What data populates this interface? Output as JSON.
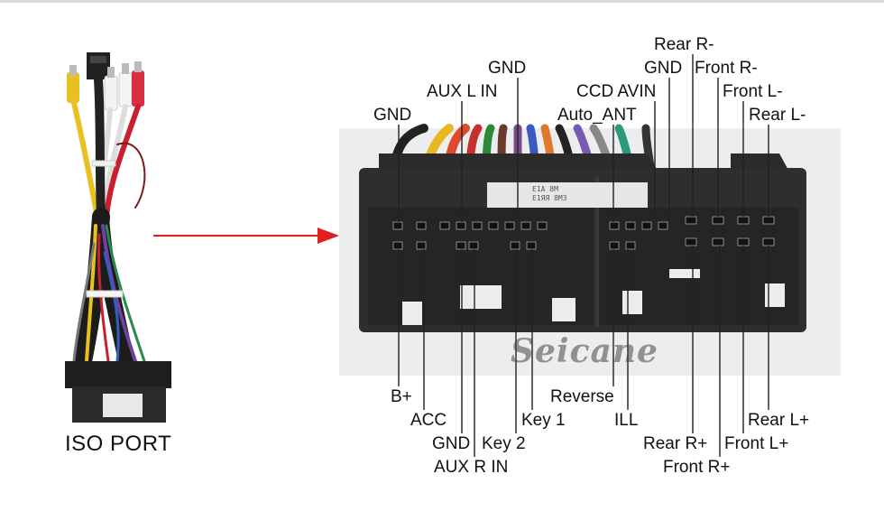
{
  "diagram": {
    "caption_left": "ISO PORT",
    "watermark": "Seicane",
    "sticker_text": [
      "E1A 8M",
      "E1ЯЯ 8M3"
    ],
    "colors": {
      "arrow": "#e02020",
      "connector": "#2a2a2a",
      "leader": "#222222"
    },
    "labels_top": [
      "Rear R-",
      "GND",
      "Front R-",
      "GND",
      "AUX L IN",
      "CCD AVIN",
      "Front L-",
      "GND",
      "Auto_ANT",
      "Rear L-"
    ],
    "labels_bottom": [
      "B+",
      "Reverse",
      "ACC",
      "ILL",
      "Key 1",
      "Rear L+",
      "GND",
      "Key 2",
      "Rear R+",
      "Front L+",
      "AUX R IN",
      "Front R+"
    ]
  }
}
